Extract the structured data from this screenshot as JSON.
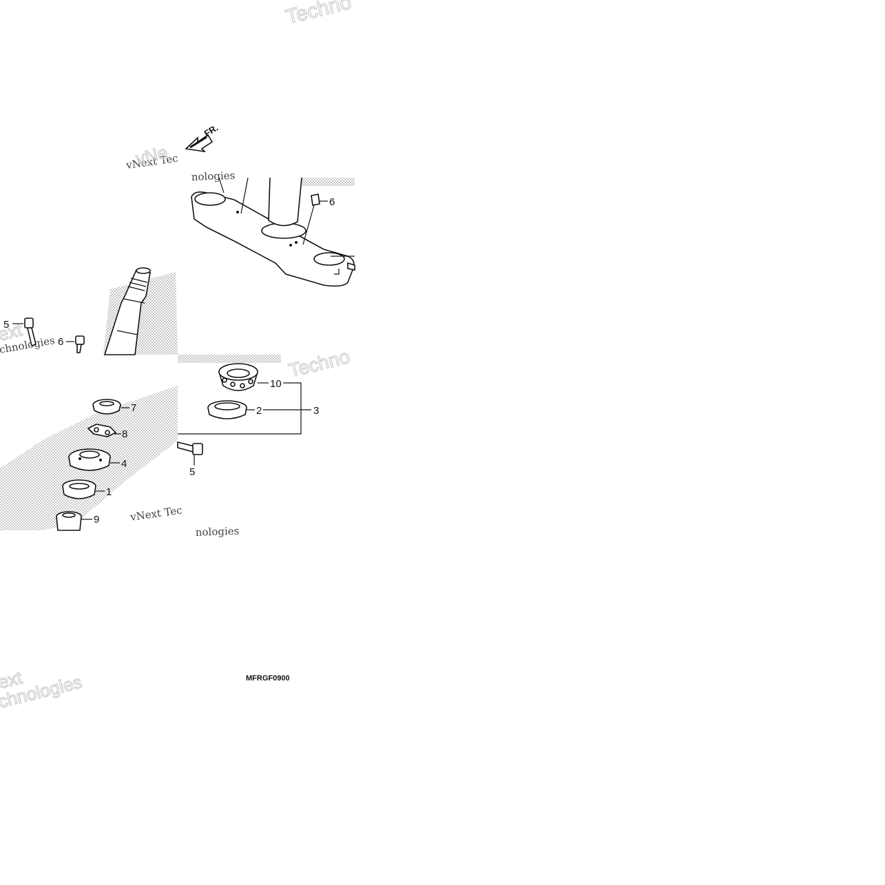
{
  "diagram": {
    "code": "MFRGF0900",
    "direction_label": "FR.",
    "callouts": [
      {
        "id": "c1",
        "label": "1"
      },
      {
        "id": "c2",
        "label": "2"
      },
      {
        "id": "c3",
        "label": "3"
      },
      {
        "id": "c4",
        "label": "4"
      },
      {
        "id": "c5a",
        "label": "5"
      },
      {
        "id": "c5b",
        "label": "5"
      },
      {
        "id": "c6a",
        "label": "6"
      },
      {
        "id": "c6b",
        "label": "6"
      },
      {
        "id": "c7",
        "label": "7"
      },
      {
        "id": "c8",
        "label": "8"
      },
      {
        "id": "c9",
        "label": "9"
      },
      {
        "id": "c10",
        "label": "10"
      }
    ]
  },
  "watermark": {
    "brand": "vNext Technologies",
    "fragments": [
      "Techno",
      "vNext Tec",
      "nologies",
      "chnologies",
      "ext",
      "vNe",
      "Techno",
      "vNext Tec",
      "nologies",
      "ext",
      "chnologies"
    ]
  }
}
